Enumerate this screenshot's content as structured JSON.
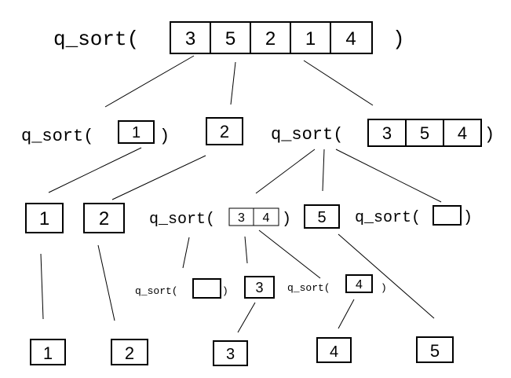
{
  "call_label": "q_sort(",
  "close_paren": ")",
  "root": {
    "values": [
      "3",
      "5",
      "2",
      "1",
      "4"
    ]
  },
  "level1": {
    "left": {
      "values": [
        "1"
      ]
    },
    "pivot": "2",
    "right": {
      "values": [
        "3",
        "5",
        "4"
      ]
    }
  },
  "level2": {
    "left_result": "1",
    "pivot_result": "2",
    "sub_left": {
      "values": [
        "3",
        "4"
      ]
    },
    "pivot": "5",
    "sub_right": {
      "values": []
    }
  },
  "level3": {
    "sub_left": {
      "values": []
    },
    "pivot": "3",
    "sub_right": {
      "values": [
        "4"
      ]
    }
  },
  "result": [
    "1",
    "2",
    "3",
    "4",
    "5"
  ]
}
